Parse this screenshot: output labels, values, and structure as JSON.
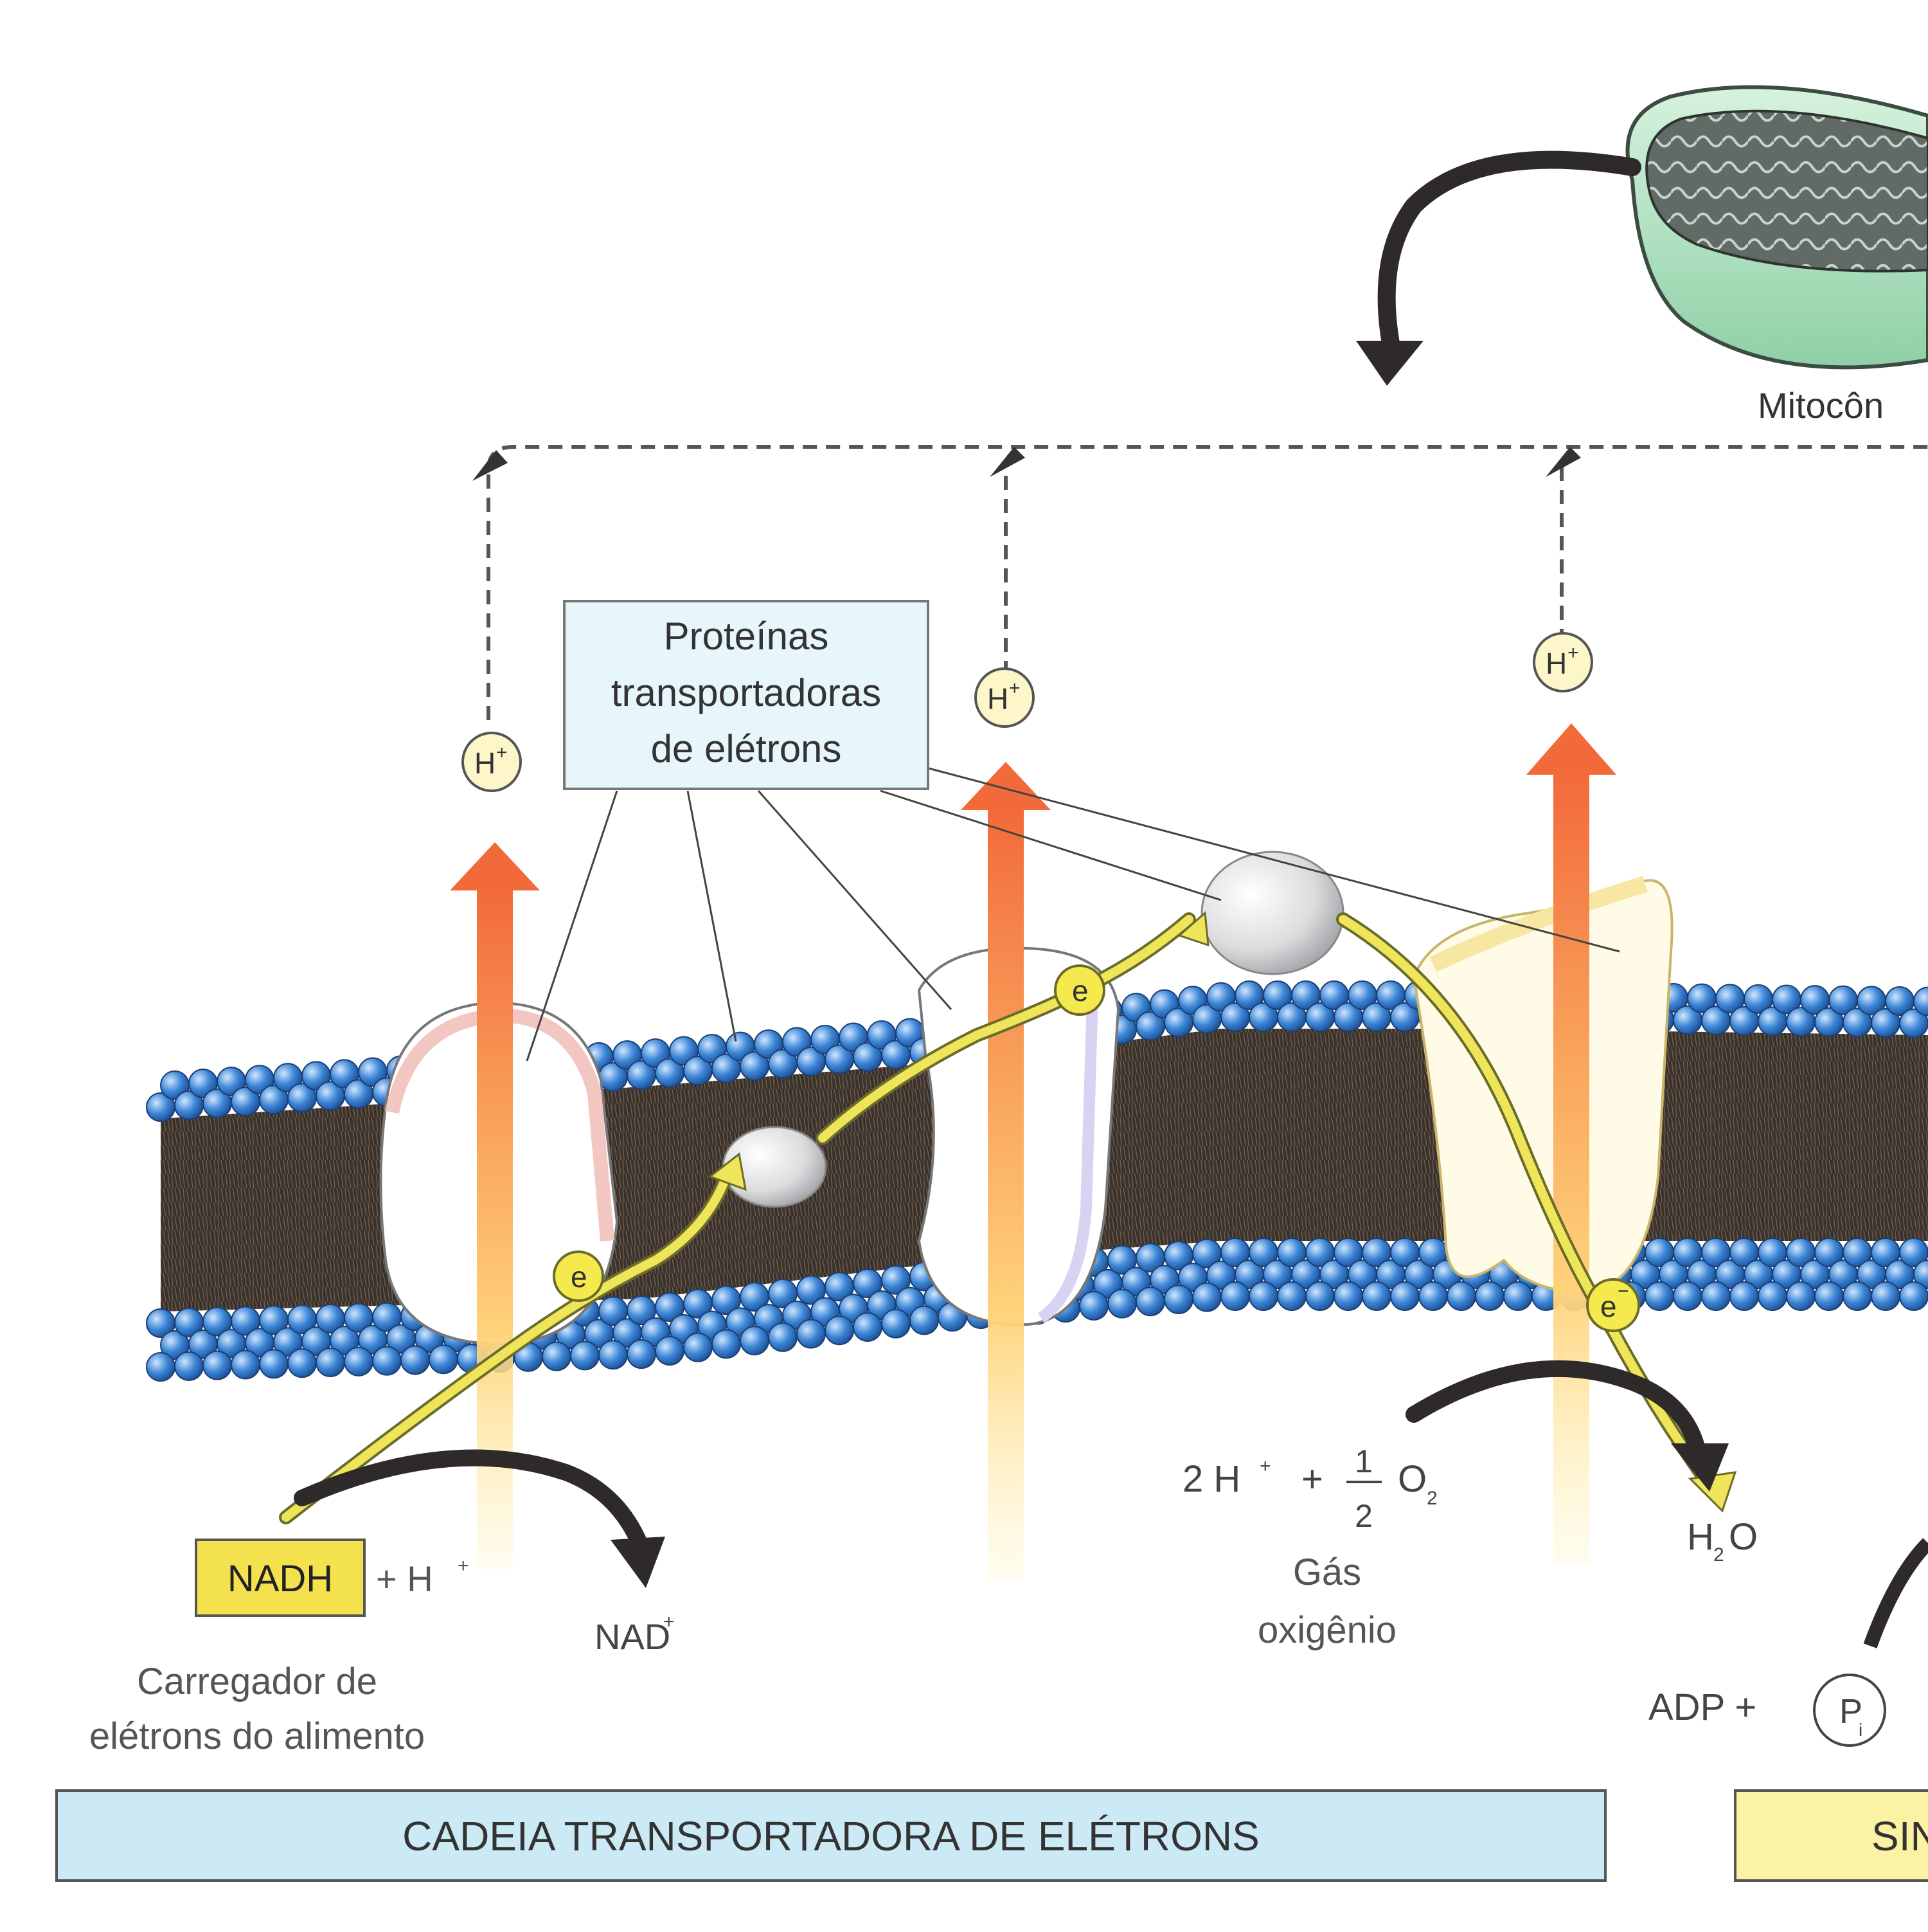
{
  "labels": {
    "mitochondria_cut": "Mitocôn",
    "proteins_box": [
      "Proteínas",
      "transportadoras",
      "de elétrons"
    ],
    "proton": "H",
    "proton_sup": "+",
    "electron": "e",
    "electron_sup": "−",
    "nadh": "NADH",
    "plus_h_plus": "+ H",
    "nad_plus": "NAD",
    "nadh_caption": [
      "Carregador de",
      "elétrons do alimento"
    ],
    "reaction_left": "2 H",
    "reaction_plus": "+",
    "frac_num": "1",
    "frac_den": "2",
    "oxygen": "O",
    "oxygen_sub": "2",
    "oxygen_caption": [
      "Gás",
      "oxigênio"
    ],
    "water": "H",
    "water_sub": "2",
    "water_o": "O",
    "adp": "ADP +",
    "phosphate": "P",
    "phosphate_sub": "i",
    "banner_left": "CADEIA TRANSPORTADORA DE ELÉTRONS",
    "banner_right_cut": "SIN"
  },
  "colors": {
    "membrane_head": "#3d86d6",
    "membrane_tail": "#3b322c",
    "proton_arrow": "#f26a3a",
    "electron_path": "#efe55a",
    "electron_circle": "#f4ea4d",
    "nadh_box": "#f3e24e",
    "banner_left": "#cce9f6",
    "banner_right": "#fbf2a4",
    "proteins_box": "#e7f6fb",
    "mitochondria_outer": "#aee0c0",
    "mitochondria_inner": "#5d6460",
    "curved_arrow": "#2e2a2a"
  }
}
